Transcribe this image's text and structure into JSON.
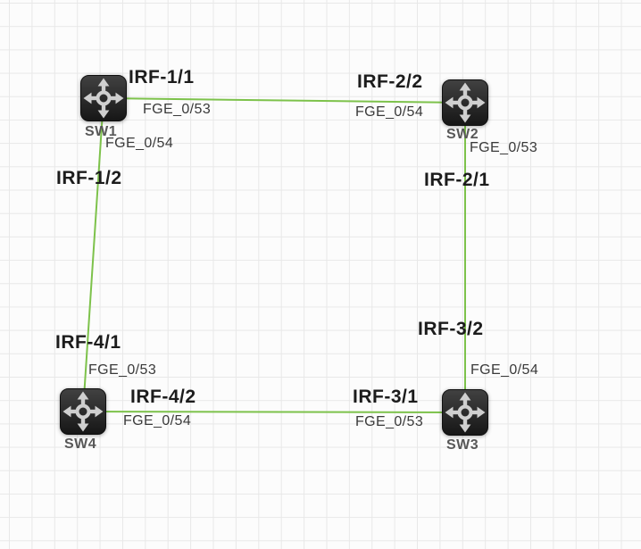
{
  "app": {
    "view": "network-topology-canvas"
  },
  "canvas": {
    "link_color": "#7dc24b",
    "link_status": "up",
    "node_icon": "multilayer-switch-icon",
    "background": "grid"
  },
  "nodes": {
    "sw1": "SW1",
    "sw2": "SW2",
    "sw3": "SW3",
    "sw4": "SW4"
  },
  "links": [
    {
      "from": "SW1",
      "from_irf": "IRF-1/1",
      "from_port": "FGE_0/53",
      "to": "SW2",
      "to_irf": "IRF-2/2",
      "to_port": "FGE_0/54"
    },
    {
      "from": "SW1",
      "from_irf": "IRF-1/2",
      "from_port": "FGE_0/54",
      "to": "SW4",
      "to_irf": "IRF-4/1",
      "to_port": "FGE_0/53"
    },
    {
      "from": "SW2",
      "from_irf": "IRF-2/1",
      "from_port": "FGE_0/53",
      "to": "SW3",
      "to_irf": "IRF-3/2",
      "to_port": "FGE_0/54"
    },
    {
      "from": "SW4",
      "from_irf": "IRF-4/2",
      "from_port": "FGE_0/54",
      "to": "SW3",
      "to_irf": "IRF-3/1",
      "to_port": "FGE_0/53"
    }
  ],
  "labels": {
    "irf_1_1": "IRF-1/1",
    "irf_2_2": "IRF-2/2",
    "irf_1_2": "IRF-1/2",
    "irf_2_1": "IRF-2/1",
    "irf_4_1": "IRF-4/1",
    "irf_3_2": "IRF-3/2",
    "irf_4_2": "IRF-4/2",
    "irf_3_1": "IRF-3/1",
    "fge_sw1_to_sw2": "FGE_0/53",
    "fge_sw2_to_sw1": "FGE_0/54",
    "fge_sw1_to_sw4": "FGE_0/54",
    "fge_sw2_to_sw3": "FGE_0/53",
    "fge_sw4_to_sw1": "FGE_0/53",
    "fge_sw3_to_sw2": "FGE_0/54",
    "fge_sw4_to_sw3": "FGE_0/54",
    "fge_sw3_to_sw4": "FGE_0/53"
  }
}
